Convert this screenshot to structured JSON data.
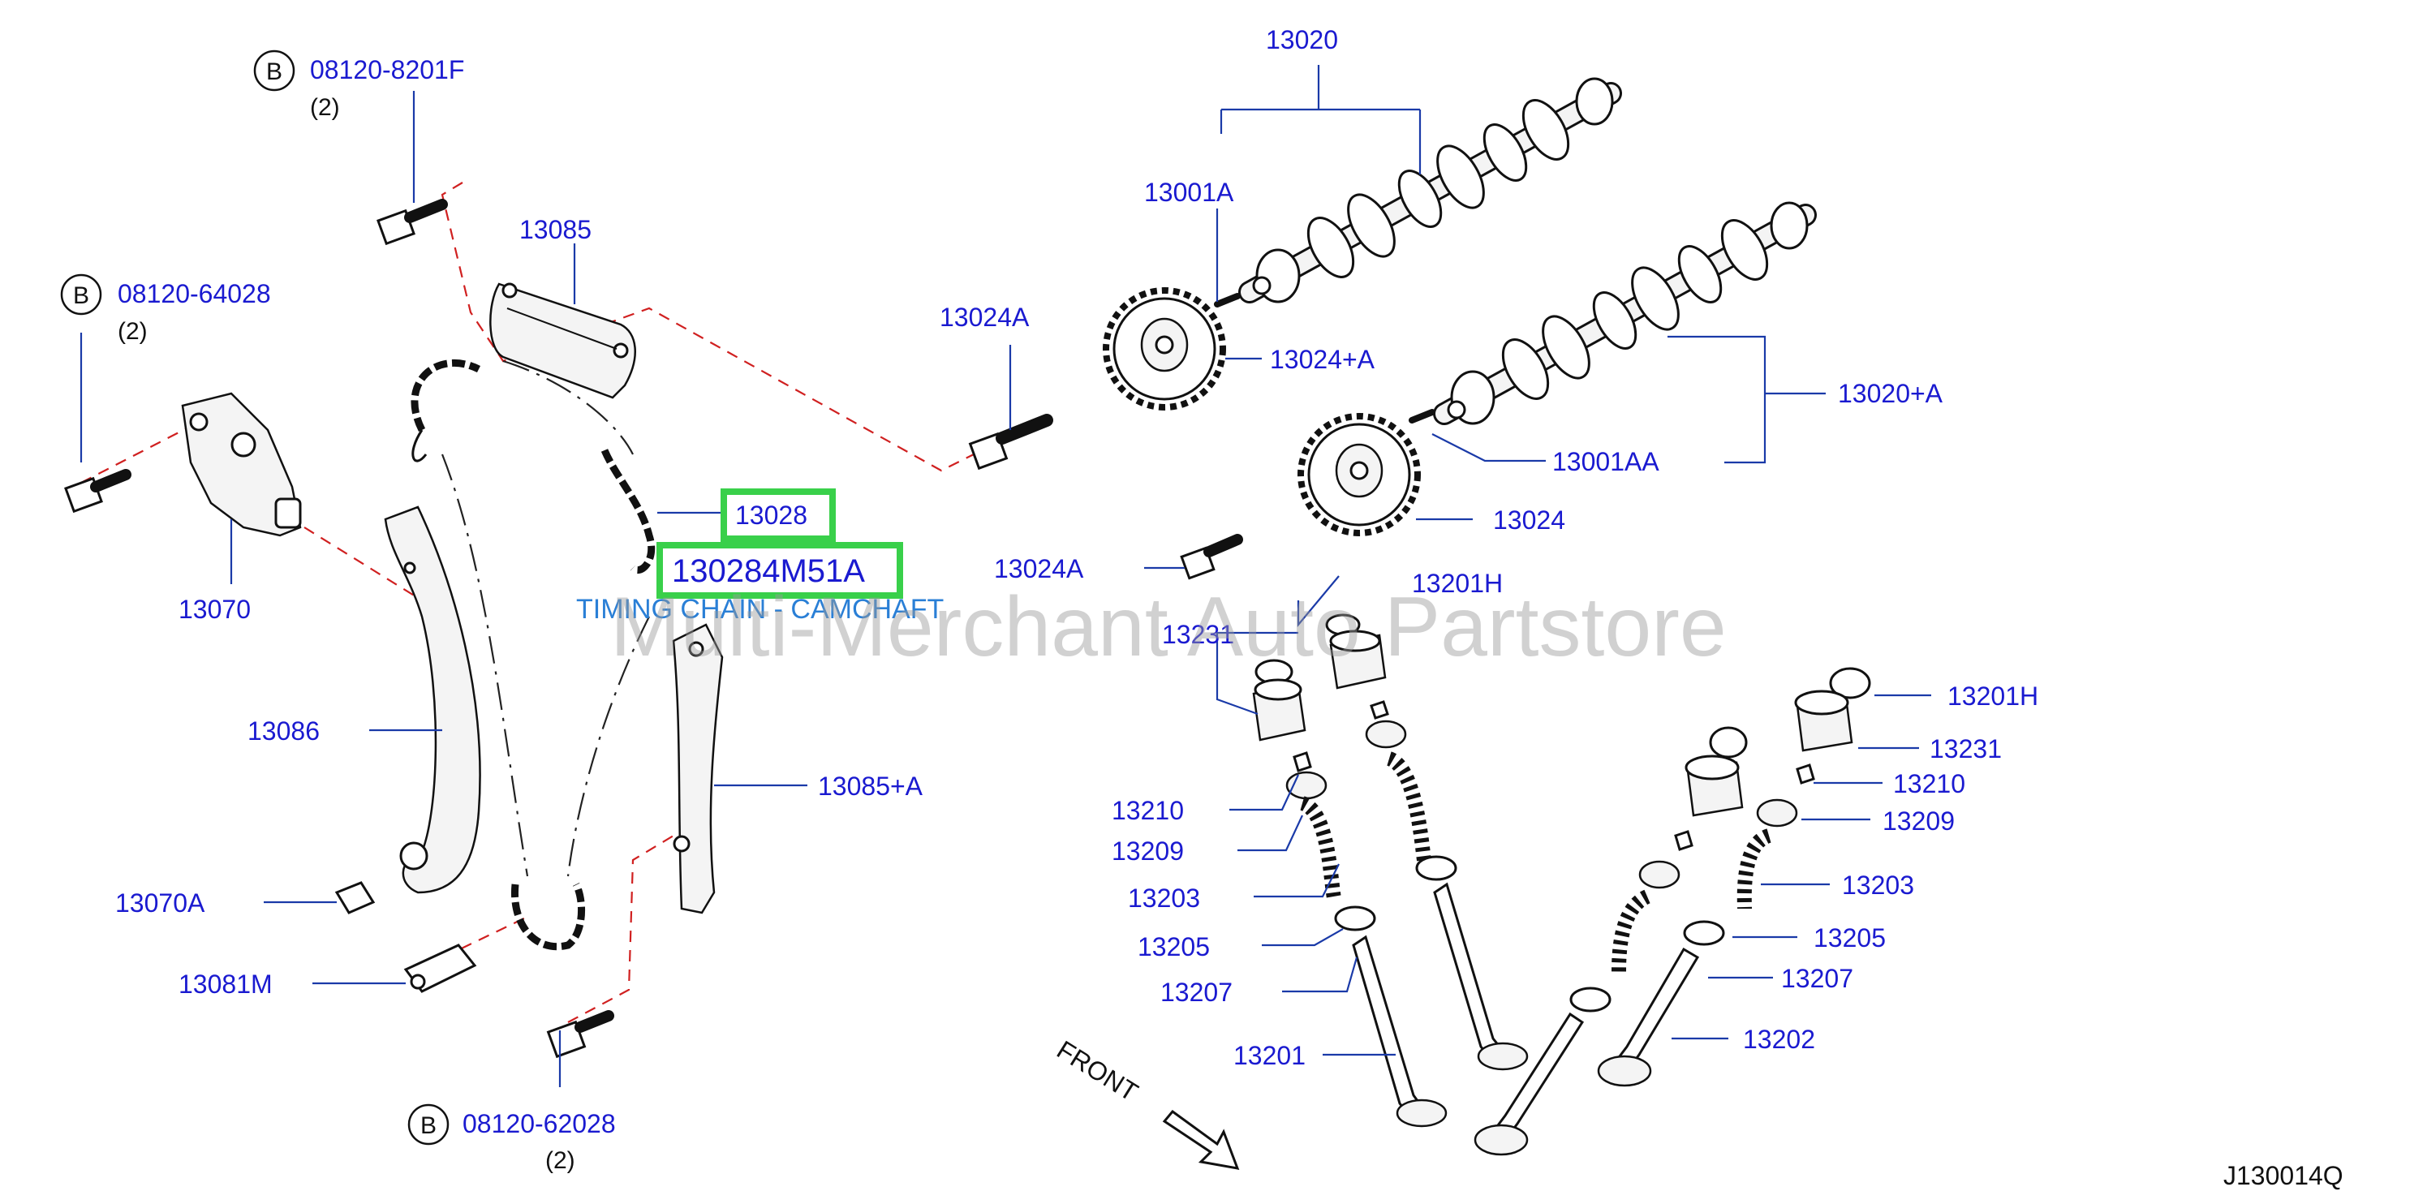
{
  "labels": {
    "bolt_top_code": "08120-8201F",
    "bolt_top_qty": "(2)",
    "bolt_left_code": "08120-64028",
    "bolt_left_qty": "(2)",
    "bolt_bottom_code": "08120-62028",
    "bolt_bottom_qty": "(2)",
    "ref_b": "B",
    "p13085": "13085",
    "p13070": "13070",
    "p13086": "13086",
    "p13070A": "13070A",
    "p13081M": "13081M",
    "p13028": "13028",
    "p130284M51A": "130284M51A",
    "timing_chain": "TIMING CHAIN - CAMCHAFT",
    "p13085A": "13085+A",
    "p13024A_top": "13024A",
    "p13024A_mid": "13024A",
    "p13020": "13020",
    "p13001A": "13001A",
    "p13024plusA": "13024+A",
    "p13020plusA": "13020+A",
    "p13001AA": "13001AA",
    "p13024": "13024",
    "p13201H_a": "13201H",
    "p13231_a": "13231",
    "p13210_a": "13210",
    "p13209_a": "13209",
    "p13203_a": "13203",
    "p13205_a": "13205",
    "p13207_a": "13207",
    "p13201": "13201",
    "p13201H_b": "13201H",
    "p13231_b": "13231",
    "p13210_b": "13210",
    "p13209_b": "13209",
    "p13203_b": "13203",
    "p13205_b": "13205",
    "p13207_b": "13207",
    "p13202": "13202",
    "front": "FRONT",
    "diagram_code": "J130014Q",
    "watermark": "Multi-Merchant Auto Partstore"
  },
  "colors": {
    "label_blue": "#1a1ad0",
    "highlight_green": "#39d04a",
    "dash_red": "#d02020",
    "description_blue": "#2a7fd6"
  },
  "highlighted_parts": [
    "13028",
    "130284M51A"
  ]
}
